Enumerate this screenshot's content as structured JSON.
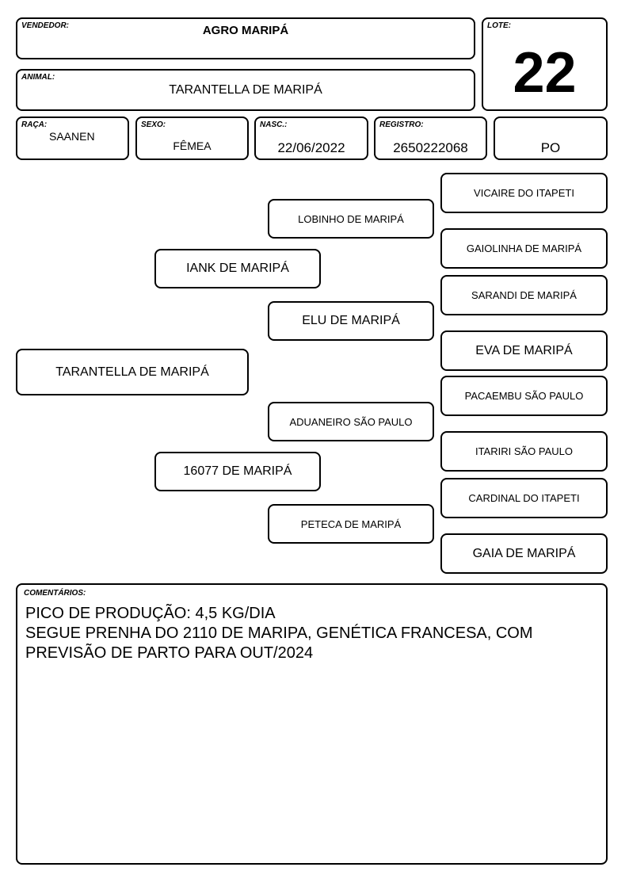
{
  "header": {
    "vendor_label": "VENDEDOR:",
    "vendor_value": "AGRO MARIPÁ",
    "lot_label": "LOTE:",
    "lot_value": "22",
    "animal_label": "ANIMAL:",
    "animal_value": "TARANTELLA DE MARIPÁ"
  },
  "info": {
    "breed_label": "RAÇA:",
    "breed_value": "SAANEN",
    "sex_label": "SEXO:",
    "sex_value": "FÊMEA",
    "birth_label": "NASC.:",
    "birth_value": "22/06/2022",
    "registry_label": "REGISTRO:",
    "registry_value": "2650222068",
    "category_value": "PO"
  },
  "pedigree": {
    "animal": "TARANTELLA DE MARIPÁ",
    "sire": "IANK DE MARIPÁ",
    "dam": "16077 DE MARIPÁ",
    "sire_sire": "LOBINHO DE MARIPÁ",
    "sire_dam": "ELU DE MARIPÁ",
    "dam_sire": "ADUANEIRO SÃO PAULO",
    "dam_dam": "PETECA DE MARIPÁ",
    "ggp": [
      "VICAIRE DO ITAPETI",
      "GAIOLINHA DE MARIPÁ",
      "SARANDI DE MARIPÁ",
      "EVA DE MARIPÁ",
      "PACAEMBU SÃO PAULO",
      "ITARIRI SÃO PAULO",
      "CARDINAL DO ITAPETI",
      "GAIA DE MARIPÁ"
    ]
  },
  "comments": {
    "label": "COMENTÁRIOS:",
    "text": "PICO DE PRODUÇÃO: 4,5 KG/DIA\nSEGUE PRENHA DO 2110 DE MARIPA, GENÉTICA FRANCESA, COM\nPREVISÃO DE PARTO PARA OUT/2024"
  }
}
